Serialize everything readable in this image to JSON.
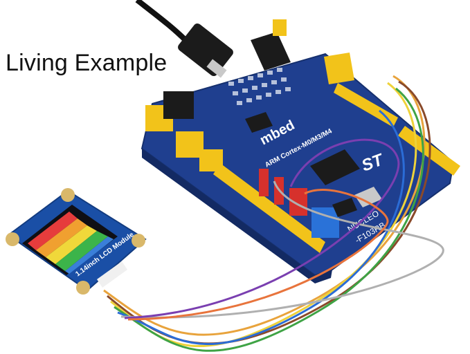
{
  "caption": "Living Example",
  "board": {
    "brand": "mbed",
    "vendor_logo": "ST",
    "mcu": "ARM Cortex-M0/M3/M4",
    "model_line1": "NUCLEO",
    "model_line2": "-F103RB",
    "colors": {
      "pcb": "#1f3f8f",
      "header": "#f2c31a",
      "red_header": "#d6312c"
    }
  },
  "lcd": {
    "label": "1.14inch LCD Module",
    "colors": {
      "pcb": "#1a4fa6",
      "mount": "#d9b86a"
    }
  },
  "wire_colors": [
    "#e8a33c",
    "#8a4a2a",
    "#eed23a",
    "#3fa345",
    "#2b6cd6",
    "#b0b0b0",
    "#7a3fb0",
    "#e8743c"
  ]
}
